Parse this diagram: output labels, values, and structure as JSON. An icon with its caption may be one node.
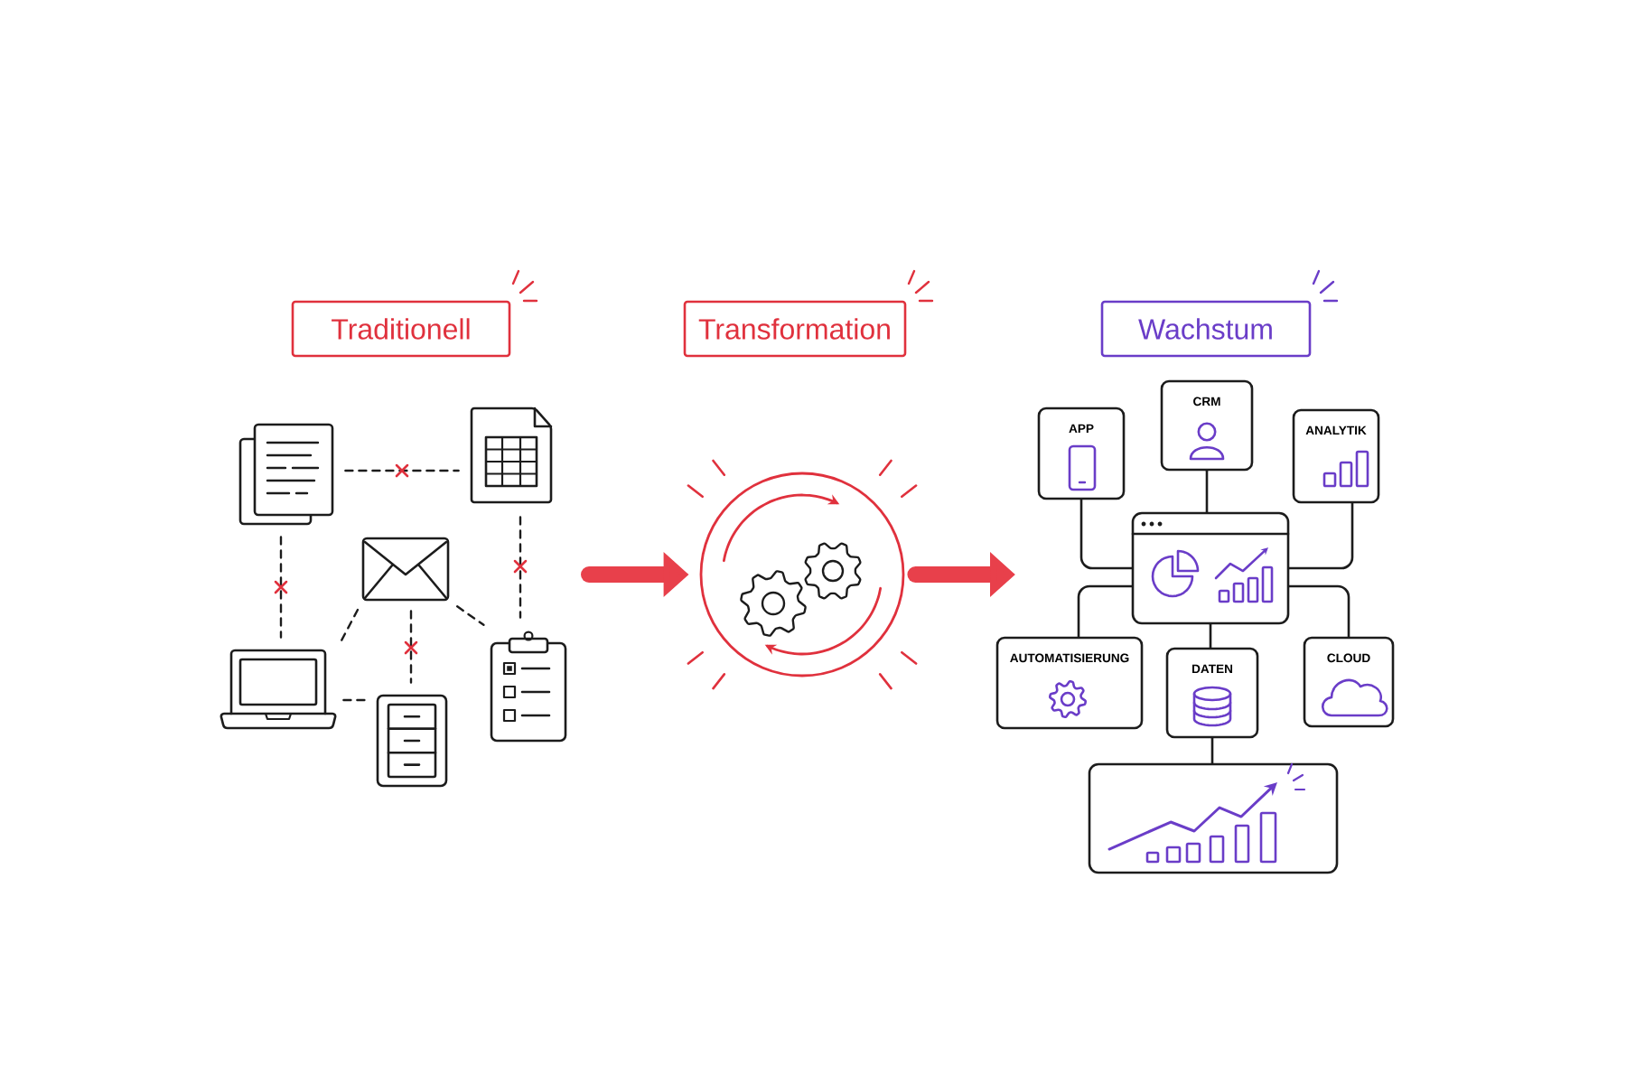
{
  "diagram": {
    "nodes": [
      {
        "text": [
          "Traditionell"
        ]
      },
      {
        "text": [
          "Transformation"
        ]
      },
      {
        "text": [
          "Wachstum"
        ]
      },
      {
        "text": [],
        "shape": "picture"
      },
      {
        "text": [],
        "shape": "picture"
      },
      {
        "text": [],
        "shape": "picture"
      },
      {
        "text": [],
        "shape": "picture"
      },
      {
        "text": [],
        "shape": "picture"
      },
      {
        "text": [],
        "shape": "picture"
      },
      {
        "text": [],
        "shape": "circle"
      },
      {
        "text": [
          "APP"
        ]
      },
      {
        "text": [
          "CRM"
        ]
      },
      {
        "text": [
          "ANALYTIK"
        ]
      },
      {
        "text": [],
        "shape": "box"
      },
      {
        "text": [
          "AUTOMATISIERUNG"
        ]
      },
      {
        "text": [
          "DATEN"
        ]
      },
      {
        "text": [
          "CLOUD"
        ]
      },
      {
        "text": [],
        "shape": "box"
      }
    ],
    "edges": [
      {
        "from": 3,
        "to": 4,
        "arrow": "none",
        "style": "dashed"
      },
      {
        "from": 3,
        "to": 6,
        "arrow": "none",
        "style": "dashed"
      },
      {
        "from": 4,
        "to": 8,
        "arrow": "none",
        "style": "dashed"
      },
      {
        "from": 5,
        "to": 6,
        "arrow": "none",
        "style": "dashed"
      },
      {
        "from": 5,
        "to": 8,
        "arrow": "none",
        "style": "dashed"
      },
      {
        "from": 5,
        "to": 7,
        "arrow": "none",
        "style": "dashed"
      },
      {
        "from": 6,
        "to": 7,
        "arrow": "none",
        "style": "dashed"
      },
      {
        "from": null,
        "to": 9,
        "arrow": "to",
        "style": "thick",
        "color": "#e8404b"
      },
      {
        "from": 9,
        "to": null,
        "arrow": "to",
        "style": "thick",
        "color": "#e8404b"
      },
      {
        "from": 10,
        "to": 13,
        "arrow": "none"
      },
      {
        "from": 11,
        "to": 13,
        "arrow": "none"
      },
      {
        "from": 12,
        "to": 13,
        "arrow": "none"
      },
      {
        "from": 13,
        "to": 14,
        "arrow": "none"
      },
      {
        "from": 13,
        "to": 15,
        "arrow": "none"
      },
      {
        "from": 13,
        "to": 16,
        "arrow": "none"
      },
      {
        "from": 15,
        "to": 17,
        "arrow": "none"
      }
    ]
  }
}
